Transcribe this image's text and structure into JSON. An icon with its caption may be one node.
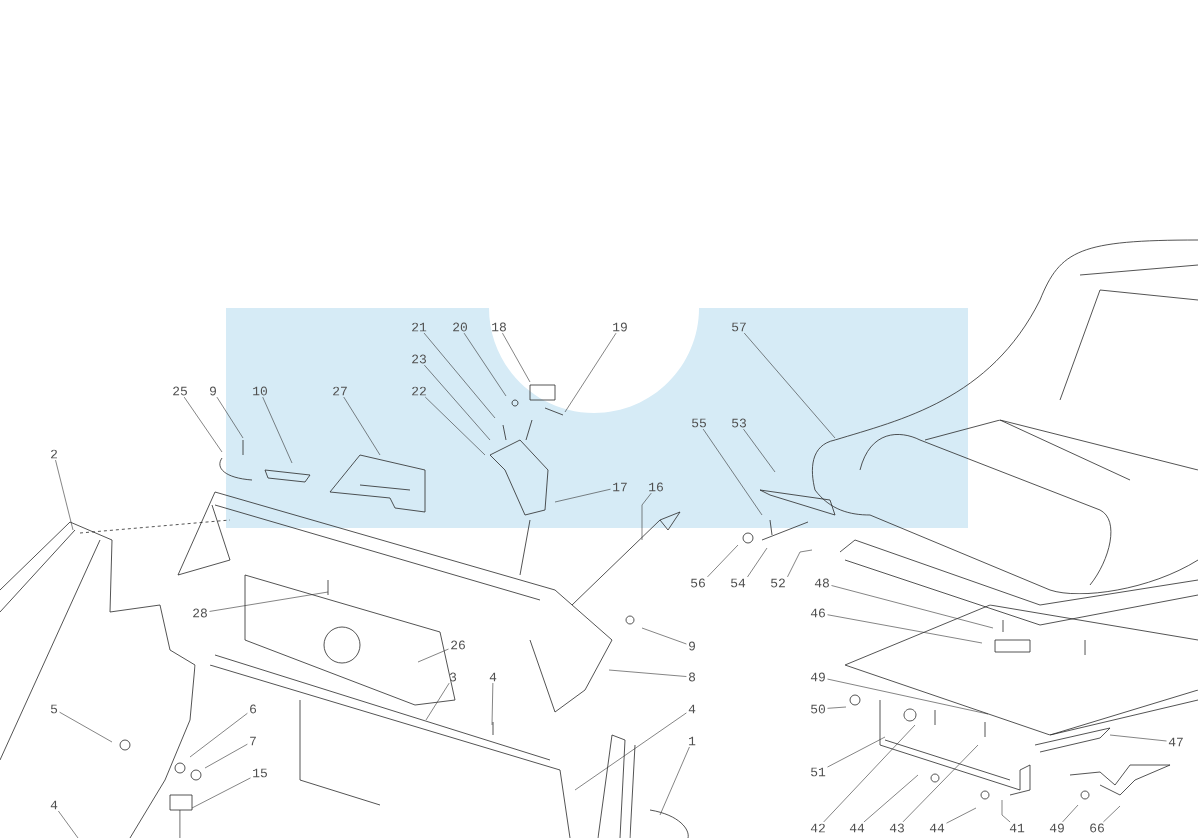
{
  "diagram": {
    "nodes": [
      {
        "text": [
          "21"
        ]
      },
      {
        "text": [
          "20"
        ]
      },
      {
        "text": [
          "18"
        ]
      },
      {
        "text": [
          "19"
        ]
      },
      {
        "text": [
          "23"
        ]
      },
      {
        "text": [
          "22"
        ]
      },
      {
        "text": [
          "25"
        ]
      },
      {
        "text": [
          "9"
        ]
      },
      {
        "text": [
          "10"
        ]
      },
      {
        "text": [
          "27"
        ]
      },
      {
        "text": [
          "57"
        ]
      },
      {
        "text": [
          "55"
        ]
      },
      {
        "text": [
          "53"
        ]
      },
      {
        "text": [
          "17"
        ]
      },
      {
        "text": [
          "16"
        ]
      },
      {
        "text": [
          "56"
        ]
      },
      {
        "text": [
          "54"
        ]
      },
      {
        "text": [
          "52"
        ]
      },
      {
        "text": [
          "48"
        ]
      },
      {
        "text": [
          "46"
        ]
      },
      {
        "text": [
          "49"
        ]
      },
      {
        "text": [
          "50"
        ]
      },
      {
        "text": [
          "51"
        ]
      },
      {
        "text": [
          "47"
        ]
      },
      {
        "text": [
          "28"
        ]
      },
      {
        "text": [
          "26"
        ]
      },
      {
        "text": [
          "9"
        ]
      },
      {
        "text": [
          "8"
        ]
      },
      {
        "text": [
          "3"
        ]
      },
      {
        "text": [
          "4"
        ]
      },
      {
        "text": [
          "4"
        ]
      },
      {
        "text": [
          "1"
        ]
      },
      {
        "text": [
          "2"
        ]
      },
      {
        "text": [
          "5"
        ]
      },
      {
        "text": [
          "6"
        ]
      },
      {
        "text": [
          "7"
        ]
      },
      {
        "text": [
          "15"
        ]
      },
      {
        "text": [
          "4"
        ]
      },
      {
        "text": [
          "42"
        ]
      },
      {
        "text": [
          "44"
        ]
      },
      {
        "text": [
          "43"
        ]
      },
      {
        "text": [
          "44"
        ]
      },
      {
        "text": [
          "41"
        ]
      },
      {
        "text": [
          "49"
        ]
      },
      {
        "text": [
          "66"
        ]
      }
    ],
    "edges": [
      {
        "from": 0,
        "to": null,
        "arrow": "none"
      },
      {
        "from": 1,
        "to": null,
        "arrow": "none"
      },
      {
        "from": 2,
        "to": null,
        "arrow": "none"
      },
      {
        "from": 3,
        "to": null,
        "arrow": "none"
      },
      {
        "from": 4,
        "to": null,
        "arrow": "none"
      },
      {
        "from": 5,
        "to": null,
        "arrow": "none"
      },
      {
        "from": 6,
        "to": null,
        "arrow": "none"
      },
      {
        "from": 7,
        "to": null,
        "arrow": "none"
      },
      {
        "from": 8,
        "to": null,
        "arrow": "none"
      },
      {
        "from": 9,
        "to": null,
        "arrow": "none"
      },
      {
        "from": 10,
        "to": null,
        "arrow": "none"
      },
      {
        "from": 11,
        "to": null,
        "arrow": "none"
      },
      {
        "from": 12,
        "to": null,
        "arrow": "none"
      },
      {
        "from": 13,
        "to": null,
        "arrow": "none"
      },
      {
        "from": 14,
        "to": null,
        "arrow": "none"
      },
      {
        "from": 15,
        "to": null,
        "arrow": "none"
      },
      {
        "from": 16,
        "to": null,
        "arrow": "none"
      },
      {
        "from": 17,
        "to": null,
        "arrow": "none"
      },
      {
        "from": 18,
        "to": null,
        "arrow": "none"
      },
      {
        "from": 19,
        "to": null,
        "arrow": "none"
      },
      {
        "from": 20,
        "to": null,
        "arrow": "none"
      },
      {
        "from": 21,
        "to": null,
        "arrow": "none"
      },
      {
        "from": 22,
        "to": null,
        "arrow": "none"
      },
      {
        "from": 23,
        "to": null,
        "arrow": "none"
      },
      {
        "from": 24,
        "to": null,
        "arrow": "none"
      },
      {
        "from": 25,
        "to": null,
        "arrow": "none"
      },
      {
        "from": 26,
        "to": null,
        "arrow": "none"
      },
      {
        "from": 27,
        "to": null,
        "arrow": "none"
      },
      {
        "from": 28,
        "to": null,
        "arrow": "none"
      },
      {
        "from": 29,
        "to": null,
        "arrow": "none"
      },
      {
        "from": 30,
        "to": null,
        "arrow": "none"
      },
      {
        "from": 31,
        "to": null,
        "arrow": "none"
      },
      {
        "from": 32,
        "to": null,
        "arrow": "none"
      },
      {
        "from": 33,
        "to": null,
        "arrow": "none"
      },
      {
        "from": 34,
        "to": null,
        "arrow": "none"
      },
      {
        "from": 35,
        "to": null,
        "arrow": "none"
      },
      {
        "from": 36,
        "to": null,
        "arrow": "none"
      },
      {
        "from": 37,
        "to": null,
        "arrow": "none"
      },
      {
        "from": 38,
        "to": null,
        "arrow": "none"
      },
      {
        "from": 39,
        "to": null,
        "arrow": "none"
      },
      {
        "from": 40,
        "to": null,
        "arrow": "none"
      },
      {
        "from": 41,
        "to": null,
        "arrow": "none"
      },
      {
        "from": 42,
        "to": null,
        "arrow": "none"
      },
      {
        "from": 43,
        "to": null,
        "arrow": "none"
      },
      {
        "from": 44,
        "to": null,
        "arrow": "none"
      }
    ]
  }
}
